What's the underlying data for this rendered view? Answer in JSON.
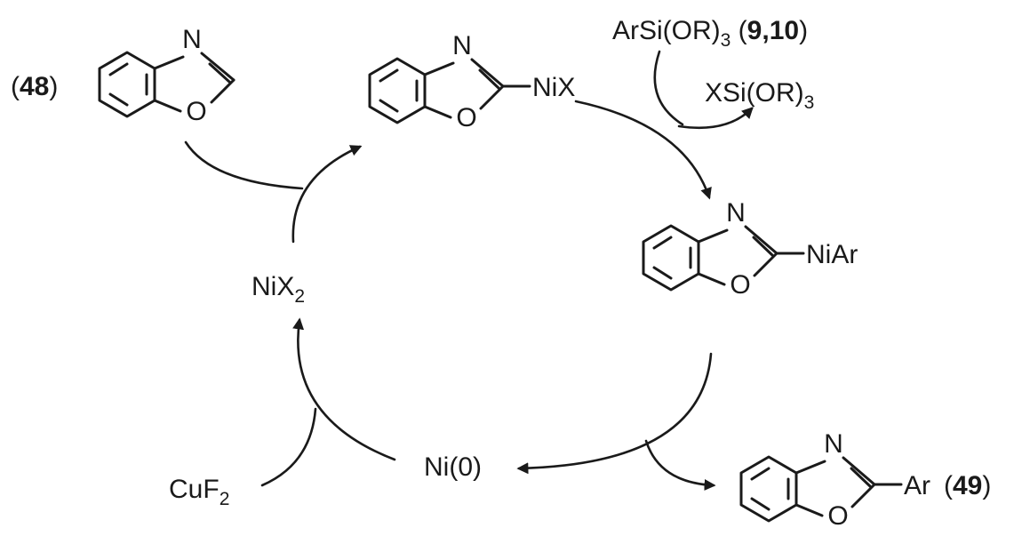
{
  "labels": {
    "compound_48": "48",
    "compound_49": "49",
    "reagent_silane_text": "ArSi(OR)",
    "reagent_silane_sub": "3",
    "reagent_refs": "9,10",
    "byproduct_text": "XSi(OR)",
    "byproduct_sub": "3",
    "nix2_text": "NiX",
    "nix2_sub": "2",
    "ni0": "Ni(0)",
    "cuf2_text": "CuF",
    "cuf2_sub": "2"
  },
  "atoms": {
    "n": "N",
    "o": "O",
    "nix": "NiX",
    "niar": "NiAr",
    "ar": "Ar"
  }
}
